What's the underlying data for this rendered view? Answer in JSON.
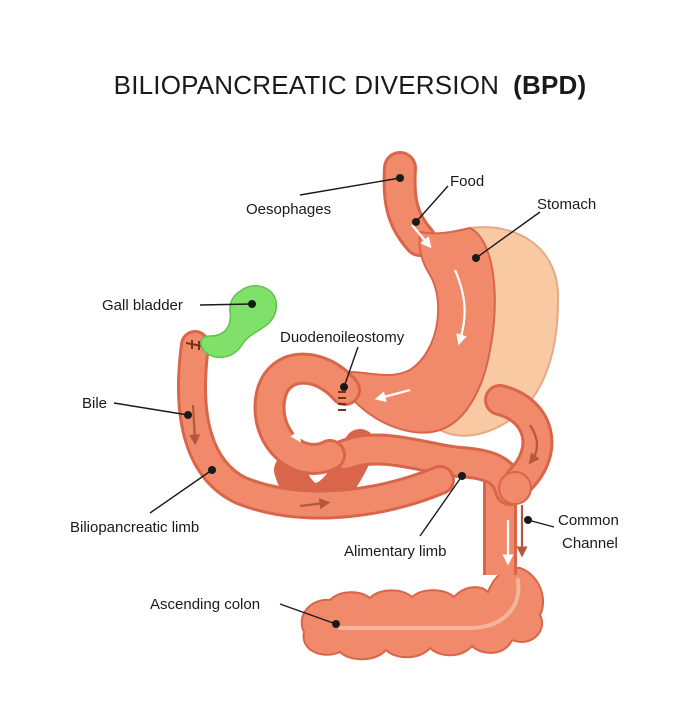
{
  "title": {
    "main": "BILIOPANCREATIC DIVERSION",
    "abbr": "(BPD)"
  },
  "labels": {
    "oesophages": "Oesophages",
    "food": "Food",
    "stomach": "Stomach",
    "gall_bladder": "Gall bladder",
    "duodenoileostomy": "Duodenoileostomy",
    "bile": "Bile",
    "biliopancreatic_limb": "Biliopancreatic limb",
    "alimentary_limb": "Alimentary limb",
    "common_channel_line1": "Common",
    "common_channel_line2": "Channel",
    "ascending_colon": "Ascending colon"
  },
  "colors": {
    "intestine": "#f08a6a",
    "intestine_dark": "#d9654a",
    "intestine_light": "#f6b49c",
    "stomach_removed": "#f9c9a4",
    "gall_bladder": "#7fe06a",
    "arrow_dark": "#b5573d",
    "arrow_light": "#ffffff",
    "text": "#1a1a1a"
  }
}
